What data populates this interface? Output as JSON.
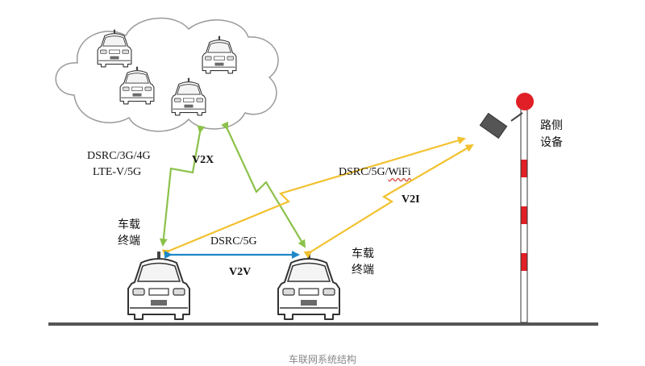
{
  "labels": {
    "v2x_protocols_line1": "DSRC/3G/4G",
    "v2x_protocols_line2": "LTE-V/5G",
    "v2x": "V2X",
    "v2i_protocols_prefix": "DSRC/5G/",
    "v2i_protocols_wifi": "WiFi",
    "v2i": "V2I",
    "v2v_protocol": "DSRC/5G",
    "v2v": "V2V",
    "vehicle_terminal_left_line1": "车载",
    "vehicle_terminal_left_line2": "终端",
    "vehicle_terminal_right_line1": "车载",
    "vehicle_terminal_right_line2": "终端",
    "roadside_line1": "路侧",
    "roadside_line2": "设备",
    "caption": "车联网系统结构"
  },
  "colors": {
    "v2x_arrow": "#8cc24a",
    "v2i_arrow": "#f2c12e",
    "v2v_arrow": "#1e88c7",
    "pole_red": "#e01f26",
    "beacon_red": "#e01f26",
    "road": "#555555",
    "cloud_outline": "#9a9a9a"
  },
  "icons": [
    "cloud-icon",
    "car-icon",
    "roadside-unit-icon",
    "signal-pole-icon"
  ]
}
